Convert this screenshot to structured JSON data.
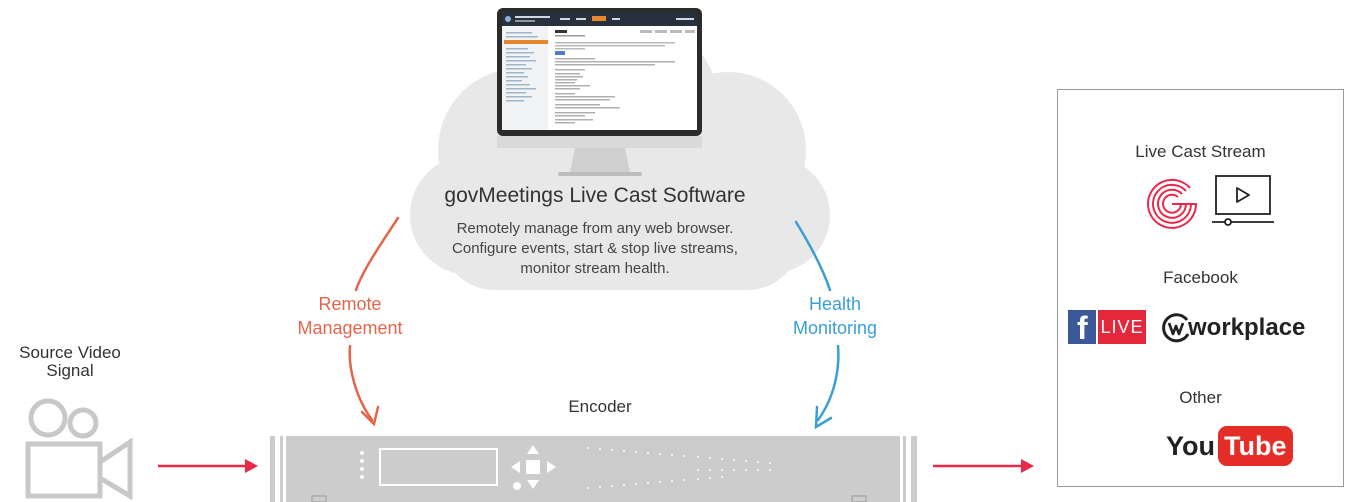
{
  "cloud": {
    "title": "govMeetings Live Cast Software",
    "description_lines": [
      "Remotely manage from any web browser.",
      "Configure events, start & stop live streams,",
      "monitor stream health."
    ]
  },
  "monitor_screen": {
    "app_title": "Remote Streaming Engine",
    "page_heading": "Site"
  },
  "labels": {
    "remote_management": [
      "Remote",
      "Management"
    ],
    "health_monitoring": [
      "Health",
      "Monitoring"
    ],
    "source_video": [
      "Source Video",
      "Signal"
    ],
    "encoder": "Encoder"
  },
  "destinations": {
    "live_cast_title": "Live Cast Stream",
    "facebook_title": "Facebook",
    "facebook_live_badge": "LIVE",
    "workplace_logo": "workplace",
    "other_title": "Other",
    "youtube_you": "You",
    "youtube_tube": "Tube"
  },
  "colors": {
    "remote_orange": "#e5654b",
    "health_blue": "#3a9fd5",
    "arrow_red": "#e8294a",
    "facebook_blue": "#3b5998",
    "live_red": "#e4283c",
    "youtube_red": "#e52d27",
    "cloud_gray": "#e8e8e8"
  }
}
